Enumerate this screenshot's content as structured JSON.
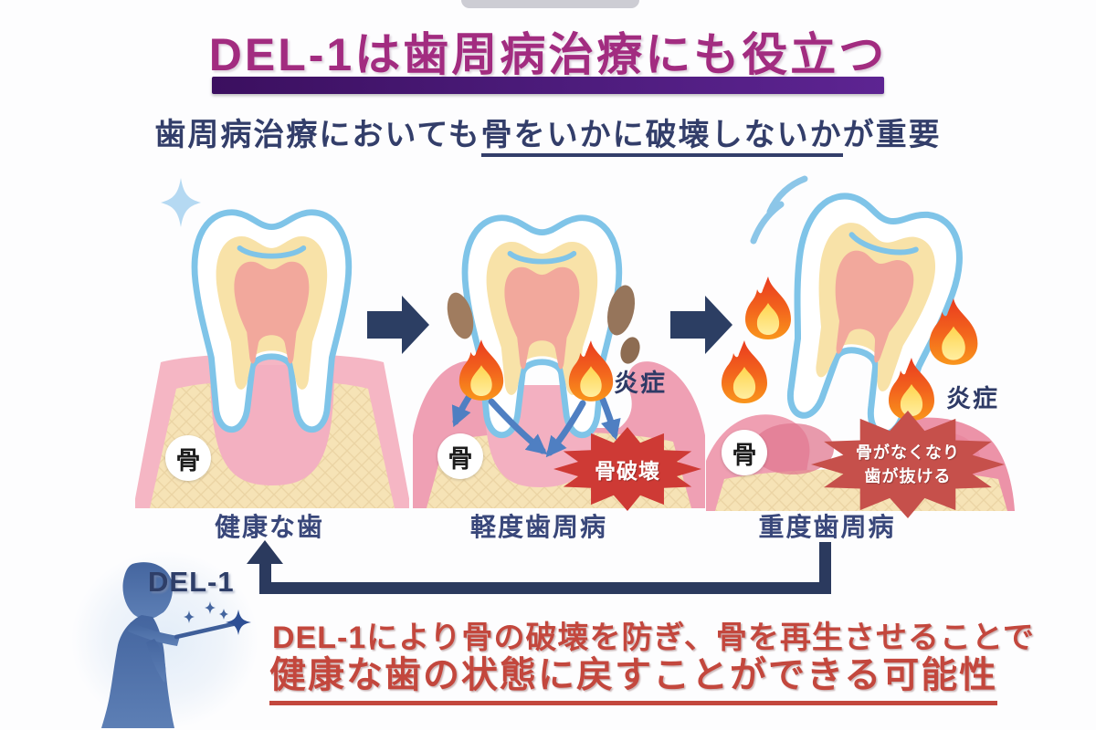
{
  "title": "DEL-1は歯周病治療にも役立つ",
  "subtitle": {
    "prefix": "歯周病治療においても",
    "underlined": "骨をいかに破壊しないか",
    "suffix": "が重要"
  },
  "stages": [
    {
      "label": "健康な歯",
      "bone_label": "骨"
    },
    {
      "label": "軽度歯周病",
      "bone_label": "骨",
      "inflammation_label": "炎症",
      "burst_label": "骨破壊"
    },
    {
      "label": "重度歯周病",
      "bone_label": "骨",
      "inflammation_label": "炎症",
      "burst_line1": "骨がなくなり",
      "burst_line2": "歯が抜ける"
    }
  ],
  "del1_label": "DEL-1",
  "conclusion": {
    "line1": "DEL-1により骨の破壊を防ぎ、骨を再生させることで",
    "line2": "健康な歯の状態に戻すことができる可能性"
  },
  "icons": {
    "sparkle": "sparkle-icon",
    "flame": "flame-icon",
    "tartar": "tartar-icon",
    "wobble": "wobble-lines-icon",
    "next_arrow": "next-arrow-icon",
    "return_arrow": "return-arrow-icon",
    "magician": "magician-silhouette-icon",
    "bone_badge": "bone-badge",
    "burst": "burst-badge"
  },
  "colors": {
    "title_magenta": "#A22C80",
    "title_bar_start": "#3B0F5F",
    "title_bar_end": "#5D2492",
    "navy_text": "#333E6A",
    "arrow_navy": "#2B3A5E",
    "red_text": "#C3473D",
    "burst_red": "#CE3A35",
    "flame_orange": "#F4731F",
    "tooth_outline_blue": "#7FC4E8",
    "gum_pink": "#F2A8BB",
    "bone_cream": "#F6E2B4"
  }
}
